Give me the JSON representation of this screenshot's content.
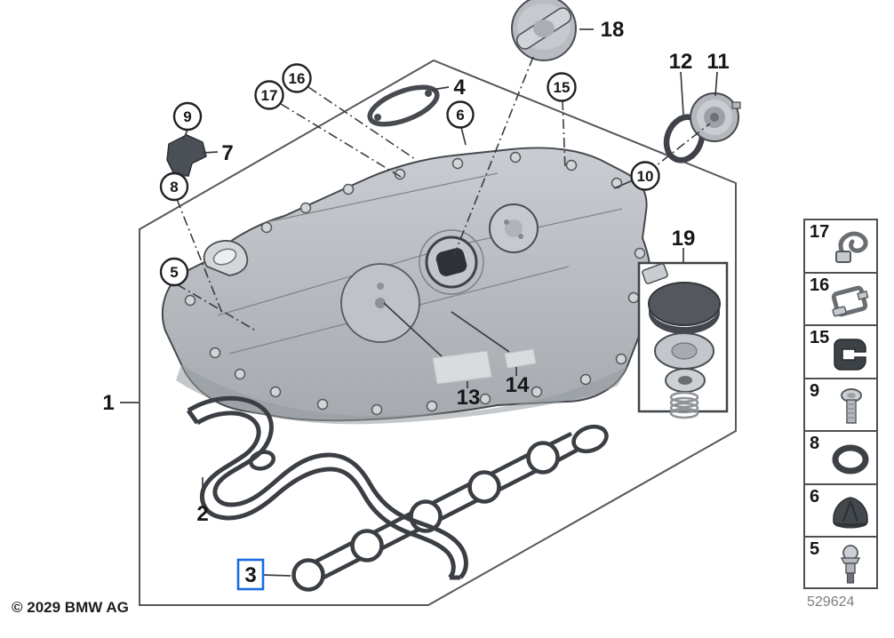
{
  "colors": {
    "highlight": "#1a6be4",
    "line": "#3a3d41",
    "border": "#55585c",
    "part_light": "#c9cdd1",
    "part_mid": "#b5b9be",
    "part_dark": "#45494e",
    "code_text": "#7c8084"
  },
  "footer": {
    "copyright": "© 2029 BMW AG",
    "diagram_code": "529624"
  },
  "selected_callout": "3",
  "callouts": {
    "c1": {
      "label": "1",
      "style": "plain"
    },
    "c2": {
      "label": "2",
      "style": "plain"
    },
    "c3": {
      "label": "3",
      "style": "selected"
    },
    "c4": {
      "label": "4",
      "style": "plain"
    },
    "c5": {
      "label": "5",
      "style": "circled"
    },
    "c6": {
      "label": "6",
      "style": "circled"
    },
    "c7": {
      "label": "7",
      "style": "plain"
    },
    "c8": {
      "label": "8",
      "style": "circled"
    },
    "c9": {
      "label": "9",
      "style": "circled"
    },
    "c10": {
      "label": "10",
      "style": "circled"
    },
    "c11": {
      "label": "11",
      "style": "plain"
    },
    "c12": {
      "label": "12",
      "style": "plain"
    },
    "c13": {
      "label": "13",
      "style": "plain"
    },
    "c14": {
      "label": "14",
      "style": "plain"
    },
    "c15": {
      "label": "15",
      "style": "circled"
    },
    "c16": {
      "label": "16",
      "style": "circled"
    },
    "c17": {
      "label": "17",
      "style": "circled"
    },
    "c18": {
      "label": "18",
      "style": "plain"
    },
    "c19": {
      "label": "19",
      "style": "plain"
    }
  },
  "sidebar": {
    "items": [
      {
        "label": "17",
        "icon": "retaining-clip-icon"
      },
      {
        "label": "16",
        "icon": "holder-bracket-icon"
      },
      {
        "label": "15",
        "icon": "rubber-clamp-icon"
      },
      {
        "label": "9",
        "icon": "screw-icon"
      },
      {
        "label": "8",
        "icon": "o-ring-icon"
      },
      {
        "label": "6",
        "icon": "rubber-grommet-icon"
      },
      {
        "label": "5",
        "icon": "flange-bolt-icon"
      }
    ]
  }
}
